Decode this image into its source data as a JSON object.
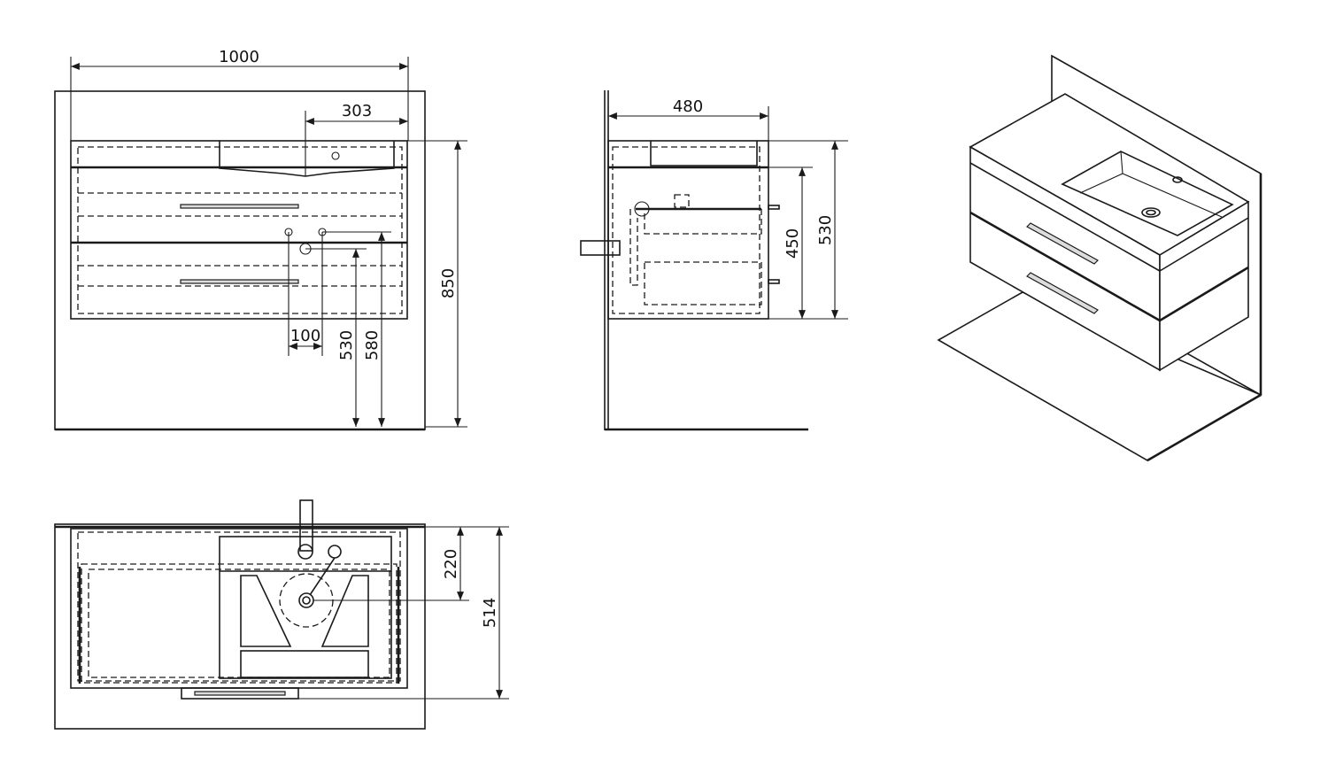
{
  "colors": {
    "line": "#1a1a1a",
    "background": "#ffffff",
    "handle": "#dcdcdc"
  },
  "front_view": {
    "width": "1000",
    "basin_width": "303",
    "height": "850",
    "tap_spacing": "100",
    "waste_height": "530",
    "tap_height": "580"
  },
  "side_view": {
    "depth": "480",
    "cabinet_height": "530",
    "body_height": "450"
  },
  "top_view": {
    "basin_depth": "220",
    "total_depth": "514"
  }
}
